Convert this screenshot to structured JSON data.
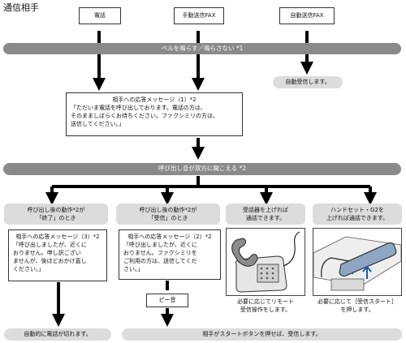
{
  "title": "通信相手",
  "sources": {
    "phone": "電話",
    "manual_fax": "手動送信FAX",
    "auto_fax": "自動送信FAX"
  },
  "bar_ring": "ベルを鳴らす／鳴らさない *1",
  "auto_receive": "自動受信します。",
  "top_message": {
    "title": "相手への応答メッセージ（1）*2",
    "body": "「ただいま電話を呼び出しております。電話の方は、\nそのまましばらくお待ちください。ファクシミリの方は、\n送信してください。」"
  },
  "bar_both": "呼び出し音が双方に聞こえる *2",
  "branches": [
    {
      "header": "呼び出し後の動作*2が\n「終了」のとき",
      "message_title": "相手への応答メッセージ（3）*2",
      "message_body": "「呼び出しましたが、近くに\nおりません。申し訳ござい\nませんが、後ほどおかけ直し\nください。」",
      "result": "自動的に電話が切れます。"
    },
    {
      "header": "呼び出し後の動作*2が\n「受信」のとき",
      "message_title": "相手への応答メッセージ（2）*2",
      "message_body": "「呼び出しましたが、近くに\nおりません。ファクシミリを\nご利用の方は、送信してくだ\nさい。」",
      "beep": "ピー音"
    },
    {
      "header": "受話器を上げれば\n通話できます。",
      "caption": "必要に応じてリモート\n受信操作をします。"
    },
    {
      "header": "ハンドセット・G2を\n上げれば通話できます。",
      "caption": "必要に応じて［受信スタート］\nを押します。"
    }
  ],
  "bottom_bar": "相手がスタートボタンを押せば、受信します。"
}
